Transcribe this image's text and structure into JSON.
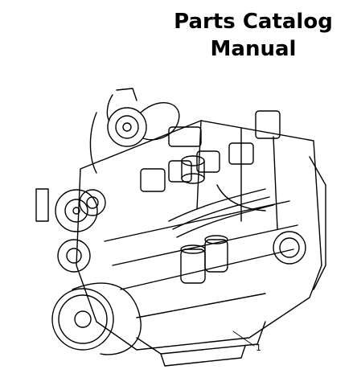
{
  "title": {
    "line1": "Parts Catalog",
    "line2": "Manual"
  },
  "illustration": {
    "icon": "engine-drawing",
    "callout_number": "1"
  }
}
